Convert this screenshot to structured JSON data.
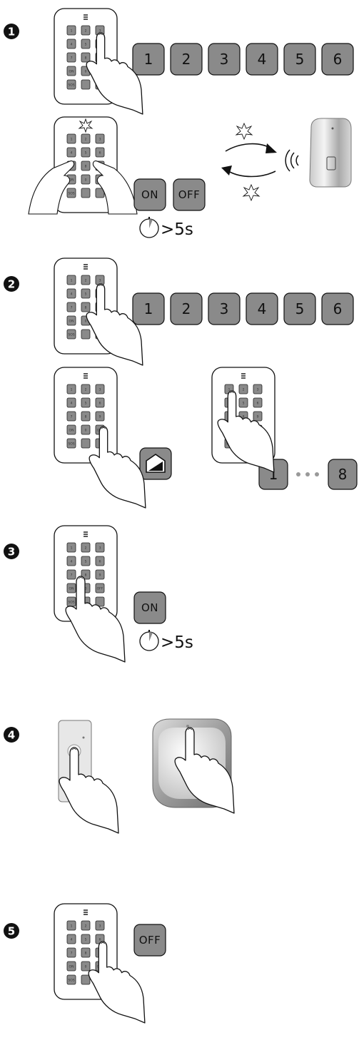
{
  "steps": [
    {
      "number": "1"
    },
    {
      "number": "2"
    },
    {
      "number": "3"
    },
    {
      "number": "4"
    },
    {
      "number": "5"
    }
  ],
  "keypad_keys": [
    "1",
    "2",
    "3",
    "4",
    "5",
    "6",
    "7",
    "8",
    "9",
    "ON",
    "0",
    "OFF",
    "SOS",
    "",
    ""
  ],
  "step1": {
    "key_row": [
      "1",
      "2",
      "3",
      "4",
      "5",
      "6"
    ],
    "on_label": "ON",
    "off_label": "OFF",
    "duration": ">5s"
  },
  "step2": {
    "key_row": [
      "1",
      "2",
      "3",
      "4",
      "5",
      "6"
    ],
    "range_start": "1",
    "range_end": "8"
  },
  "step3": {
    "on_label": "ON",
    "duration": ">5s"
  },
  "step5": {
    "off_label": "OFF"
  },
  "icons": {
    "hand": "pointing-hand-icon",
    "timer": "stopwatch-icon",
    "signal": "signal-waves-icon",
    "flash": "flash-star-icon",
    "home": "home-partial-icon"
  },
  "colors": {
    "key_fill": "#8a8a8a",
    "panel_stroke": "#111111",
    "step_badge": "#111111"
  }
}
